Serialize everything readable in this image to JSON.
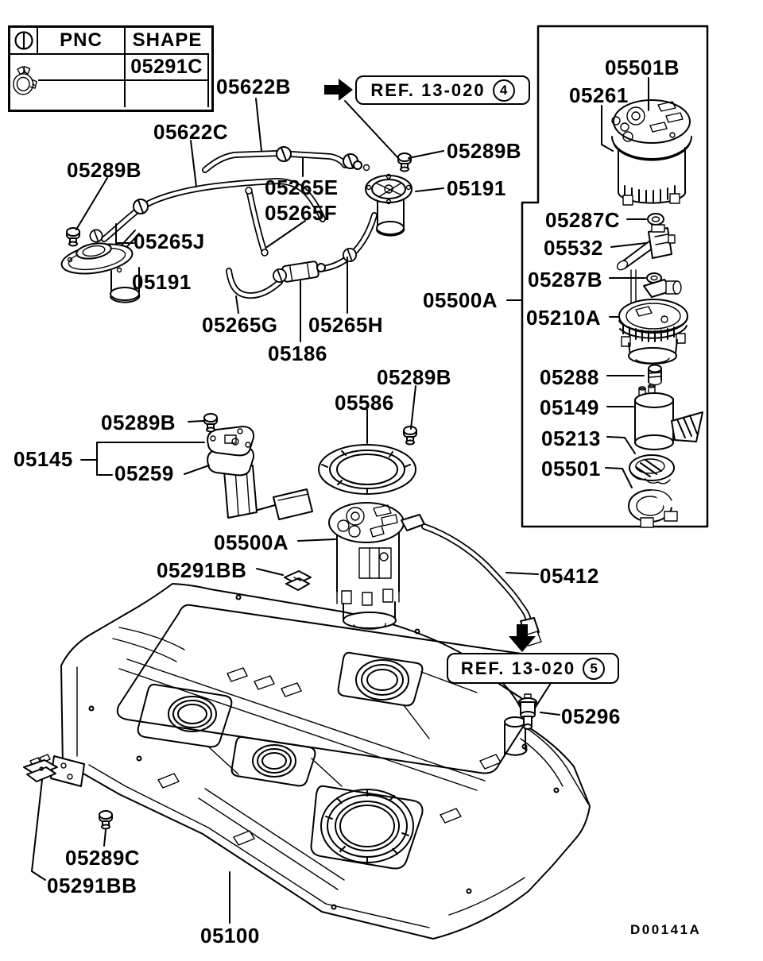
{
  "colors": {
    "ink": "#000000",
    "paper": "#ffffff"
  },
  "table": {
    "pnc_header": "PNC",
    "shape_header": "SHAPE",
    "pnc_value": "05291C",
    "class_symbol_icon": "circled-bar-icon",
    "shape_icon": "hose-clamp-icon"
  },
  "ref_notes": {
    "ref4_text": "REF. 13-020",
    "ref4_num": "4",
    "ref5_text": "REF. 13-020",
    "ref5_num": "5"
  },
  "drawing_code": "D00141A",
  "parts": {
    "p05622B": "05622B",
    "p05622C": "05622C",
    "p05289B": "05289B",
    "p05265E": "05265E",
    "p05265F": "05265F",
    "p05265J": "05265J",
    "p05191": "05191",
    "p05265G": "05265G",
    "p05265H": "05265H",
    "p05186": "05186",
    "p05586": "05586",
    "p05145": "05145",
    "p05259": "05259",
    "p05500A": "05500A",
    "p05291BB": "05291BB",
    "p05412": "05412",
    "p05296": "05296",
    "p05289C": "05289C",
    "p05100": "05100",
    "p05501B": "05501B",
    "p05261": "05261",
    "p05287C": "05287C",
    "p05532": "05532",
    "p05287B": "05287B",
    "p05210A": "05210A",
    "p05288": "05288",
    "p05149": "05149",
    "p05213": "05213",
    "p05501": "05501"
  }
}
